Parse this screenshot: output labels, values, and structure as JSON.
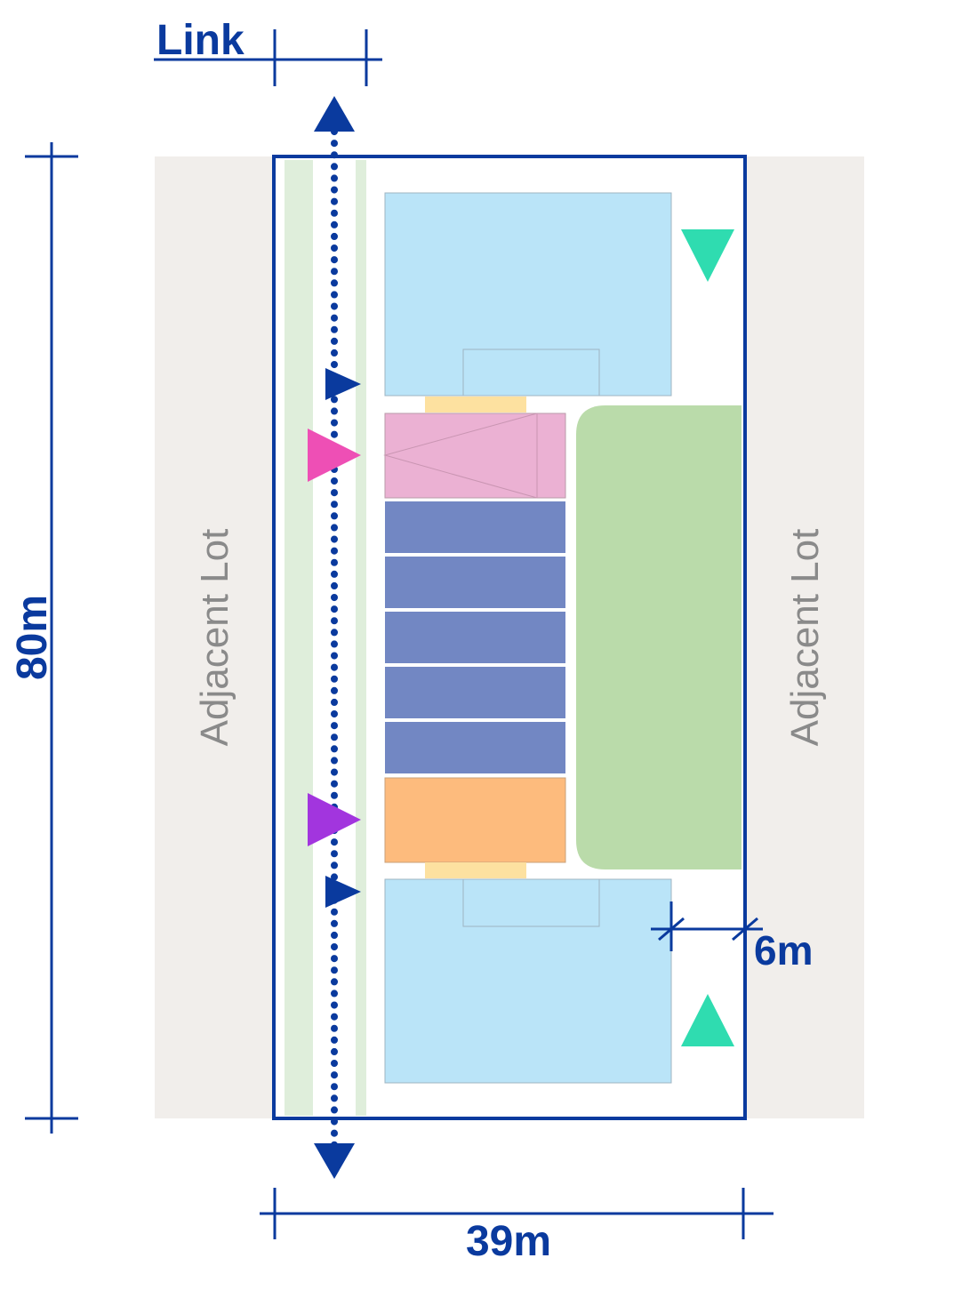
{
  "labels": {
    "link": "Link",
    "height": "80m",
    "width": "39m",
    "setback": "6m",
    "adjacent_left": "Adjacent Lot",
    "adjacent_right": "Adjacent Lot"
  },
  "colors": {
    "boundary": "#0a3a9e",
    "adjacent_lot": "#f1eeeb",
    "link_strip": "#dfeedb",
    "building": "#bae4f8",
    "connector": "#fde1a0",
    "pink_unit": "#ebb1d3",
    "blue_unit": "#7287c3",
    "orange_unit": "#fdbb7d",
    "green_space": "#badbaa",
    "entry_teal": "#2fdcb0",
    "entry_pink": "#ee4fb5",
    "entry_purple": "#a235de"
  },
  "icons": {
    "link_arrow_up": "arrow-up-icon",
    "link_arrow_down": "arrow-down-icon",
    "teal_entry_top": "triangle-down-icon",
    "teal_entry_bottom": "triangle-up-icon",
    "pink_entry": "triangle-right-icon",
    "purple_entry": "triangle-right-icon",
    "link_access_top": "triangle-right-icon",
    "link_access_bottom": "triangle-right-icon"
  }
}
